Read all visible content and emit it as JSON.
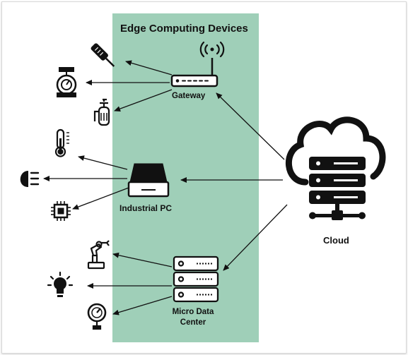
{
  "title": "Edge Computing Devices",
  "nodes": {
    "gateway": "Gateway",
    "industrial_pc": "Industrial PC",
    "micro_data_center_line1": "Micro Data",
    "micro_data_center_line2": "Center",
    "cloud": "Cloud"
  },
  "colors": {
    "band": "#9fcfb8",
    "ink": "#111111"
  },
  "icons": [
    "thermometer-probe-icon",
    "scale-icon",
    "gas-cylinder-icon",
    "thermometer-icon",
    "headlight-icon",
    "chip-icon",
    "robot-arm-icon",
    "light-bulb-icon",
    "pressure-gauge-icon",
    "gateway-router-icon",
    "industrial-pc-icon",
    "server-rack-icon",
    "cloud-server-icon"
  ]
}
